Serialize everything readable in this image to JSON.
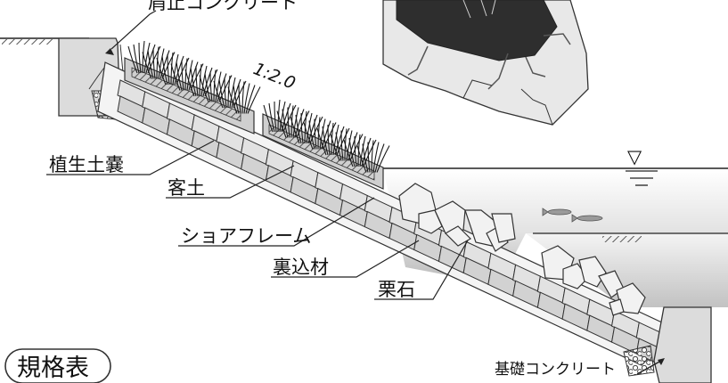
{
  "labels": {
    "top_concrete": "肩止コンクリート",
    "slope_ratio": "1:2.0",
    "vegetation_bag": "植生土嚢",
    "soil": "客土",
    "shore_frame": "ショアフレーム",
    "backfill": "裏込材",
    "rubble": "栗石",
    "foundation_concrete": "基礎コンクリート",
    "spec_table": "規格表",
    "water_symbol": "▽"
  },
  "colors": {
    "block_fill": "#dcdcdc",
    "block_stroke": "#333333",
    "water_dark": "#c8c8c8",
    "rock_light": "#f2f2f2",
    "soil_dark": "#2a2a2a"
  }
}
